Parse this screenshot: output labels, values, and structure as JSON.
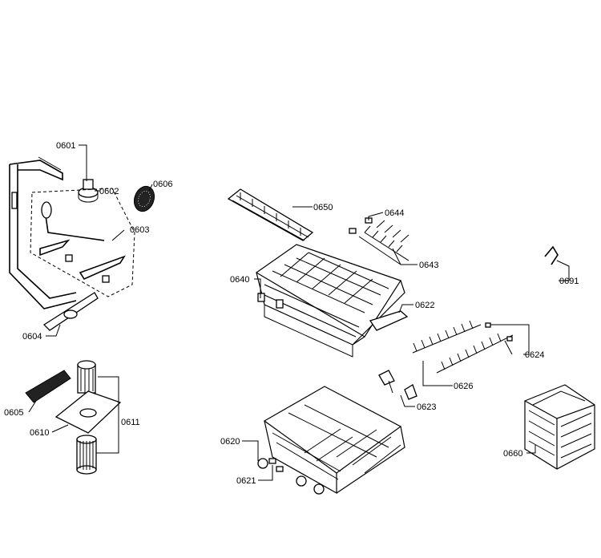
{
  "parts": [
    {
      "id": "p0601",
      "label": "0601"
    },
    {
      "id": "p0602",
      "label": "0602"
    },
    {
      "id": "p0606",
      "label": "0606"
    },
    {
      "id": "p0603",
      "label": "0603"
    },
    {
      "id": "p0604",
      "label": "0604"
    },
    {
      "id": "p0605",
      "label": "0605"
    },
    {
      "id": "p0610",
      "label": "0610"
    },
    {
      "id": "p0611",
      "label": "0611"
    },
    {
      "id": "p0650",
      "label": "0650"
    },
    {
      "id": "p0640",
      "label": "0640"
    },
    {
      "id": "p0644",
      "label": "0644"
    },
    {
      "id": "p0643",
      "label": "0643"
    },
    {
      "id": "p0622",
      "label": "0622"
    },
    {
      "id": "p0691",
      "label": "0691"
    },
    {
      "id": "p0624",
      "label": "0624"
    },
    {
      "id": "p0626",
      "label": "0626"
    },
    {
      "id": "p0623",
      "label": "0623"
    },
    {
      "id": "p0620",
      "label": "0620"
    },
    {
      "id": "p0621",
      "label": "0621"
    },
    {
      "id": "p0660",
      "label": "0660"
    }
  ]
}
